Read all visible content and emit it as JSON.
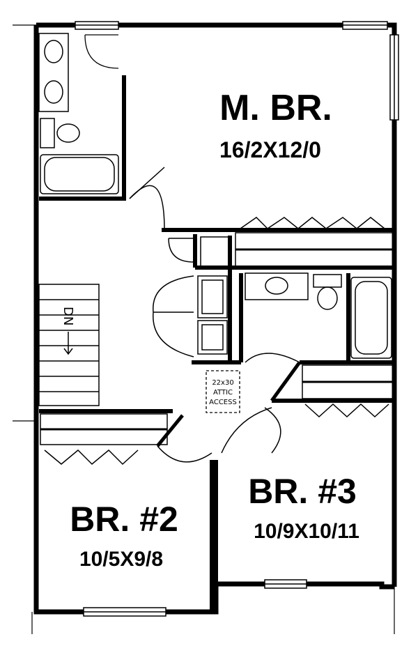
{
  "rooms": {
    "master": {
      "name": "M. BR.",
      "dims": "16/2X12/0"
    },
    "br2": {
      "name": "BR. #2",
      "dims": "10/5X9/8"
    },
    "br3": {
      "name": "BR. #3",
      "dims": "10/9X10/11"
    }
  },
  "stair": {
    "label": "DN"
  },
  "attic": {
    "line1": "22x30",
    "line2": "ATTIC",
    "line3": "ACCESS"
  },
  "colors": {
    "wall": "#000000",
    "background": "#ffffff"
  }
}
